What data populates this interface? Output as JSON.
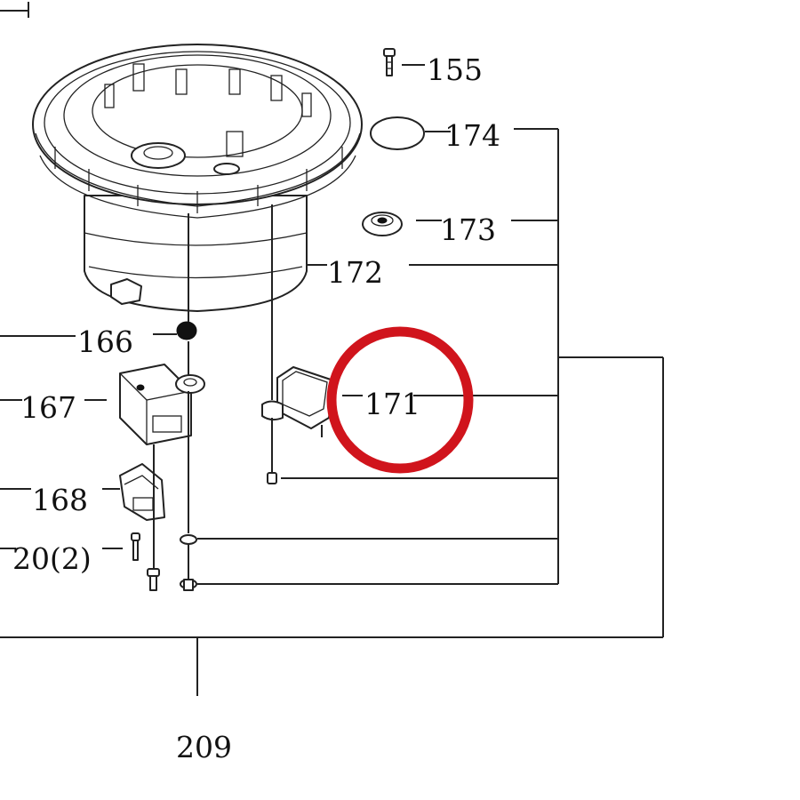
{
  "callouts": {
    "c155": "155",
    "c174": "174",
    "c173": "173",
    "c172": "172",
    "c166": "166",
    "c167": "167",
    "c171": "171",
    "c168": "168",
    "c20": "20(2)",
    "c209": "209"
  },
  "highlight": {
    "target": "171",
    "color": "#d0141c"
  }
}
